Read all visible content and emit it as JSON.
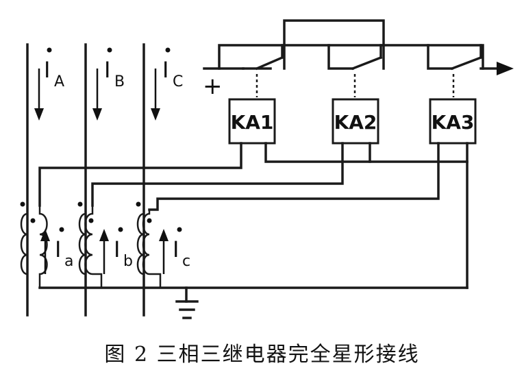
{
  "caption": "图 2  三相三继电器完全星形接线",
  "supply_sign": "+",
  "relays": [
    {
      "id": "ka1",
      "label": "KA1"
    },
    {
      "id": "ka2",
      "label": "KA2"
    },
    {
      "id": "ka3",
      "label": "KA3"
    }
  ],
  "primary_currents": [
    {
      "main": "I",
      "sub": "A"
    },
    {
      "main": "I",
      "sub": "B"
    },
    {
      "main": "I",
      "sub": "C"
    }
  ],
  "secondary_currents": [
    {
      "main": "I",
      "sub": "a"
    },
    {
      "main": "I",
      "sub": "b"
    },
    {
      "main": "I",
      "sub": "c"
    }
  ]
}
